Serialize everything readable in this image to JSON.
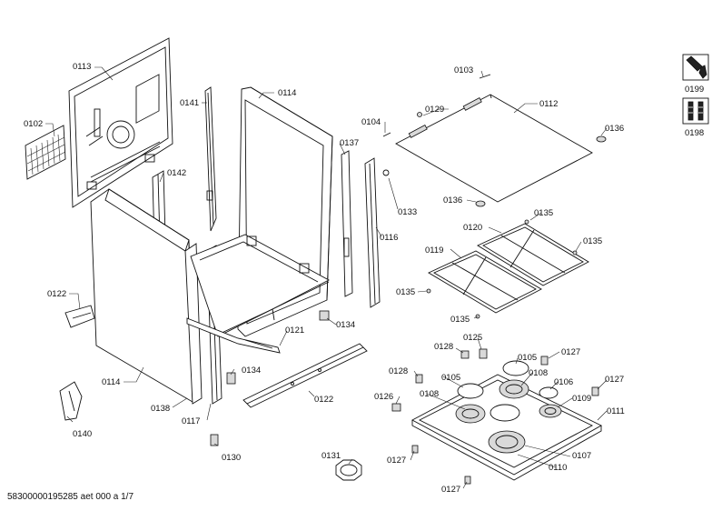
{
  "labels": {
    "l0102": "0102",
    "l0103": "0103",
    "l0104": "0104",
    "l0105a": "0105",
    "l0105b": "0105",
    "l0106": "0106",
    "l0107": "0107",
    "l0108a": "0108",
    "l0108b": "0108",
    "l0109": "0109",
    "l0110": "0110",
    "l0111": "0111",
    "l0112": "0112",
    "l0113": "0113",
    "l0114a": "0114",
    "l0114b": "0114",
    "l0116": "0116",
    "l0117": "0117",
    "l0119": "0119",
    "l0120": "0120",
    "l0121": "0121",
    "l0122a": "0122",
    "l0122b": "0122",
    "l0125": "0125",
    "l0126": "0126",
    "l0127a": "0127",
    "l0127b": "0127",
    "l0127c": "0127",
    "l0127d": "0127",
    "l0128a": "0128",
    "l0128b": "0128",
    "l0129": "0129",
    "l0130": "0130",
    "l0131": "0131",
    "l0133": "0133",
    "l0134a": "0134",
    "l0134b": "0134",
    "l0135a": "0135",
    "l0135b": "0135",
    "l0135c": "0135",
    "l0135d": "0135",
    "l0136a": "0136",
    "l0136b": "0136",
    "l0137": "0137",
    "l0138": "0138",
    "l0140": "0140",
    "l0141": "0141",
    "l0142": "0142",
    "l0198": "0198",
    "l0199": "0199"
  },
  "footer": "58300000195285 aet 000 a 1/7",
  "icons": {
    "tool_kit": "wrench-screwdriver-icon",
    "screw_kit": "screws-icon"
  }
}
